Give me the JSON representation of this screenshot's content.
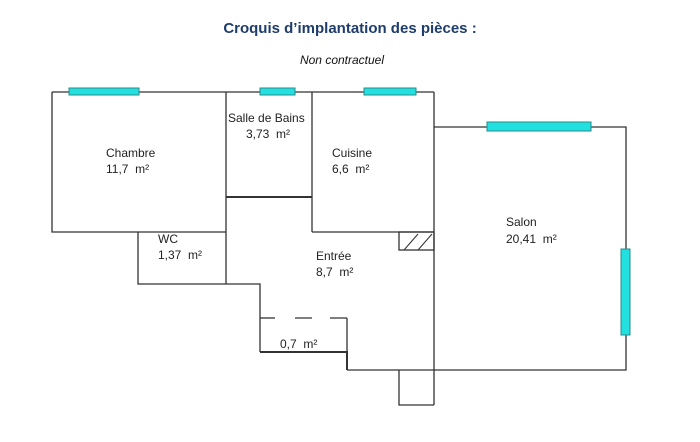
{
  "header": {
    "title": "Croquis d’implantation des pièces :",
    "subtitle": "Non contractuel"
  },
  "colors": {
    "title": "#1f3d6b",
    "window": "#22e0e0",
    "wall": "#333333"
  },
  "rooms": [
    {
      "name": "Chambre",
      "area": "11,7  m²"
    },
    {
      "name": "Salle de Bains",
      "area": "3,73  m²"
    },
    {
      "name": "Cuisine",
      "area": "6,6  m²"
    },
    {
      "name": "Salon",
      "area": "20,41  m²"
    },
    {
      "name": "WC",
      "area": "1,37  m²"
    },
    {
      "name": "Entrée",
      "area": "8,7  m²"
    },
    {
      "name": "",
      "area": "0,7  m²"
    }
  ]
}
